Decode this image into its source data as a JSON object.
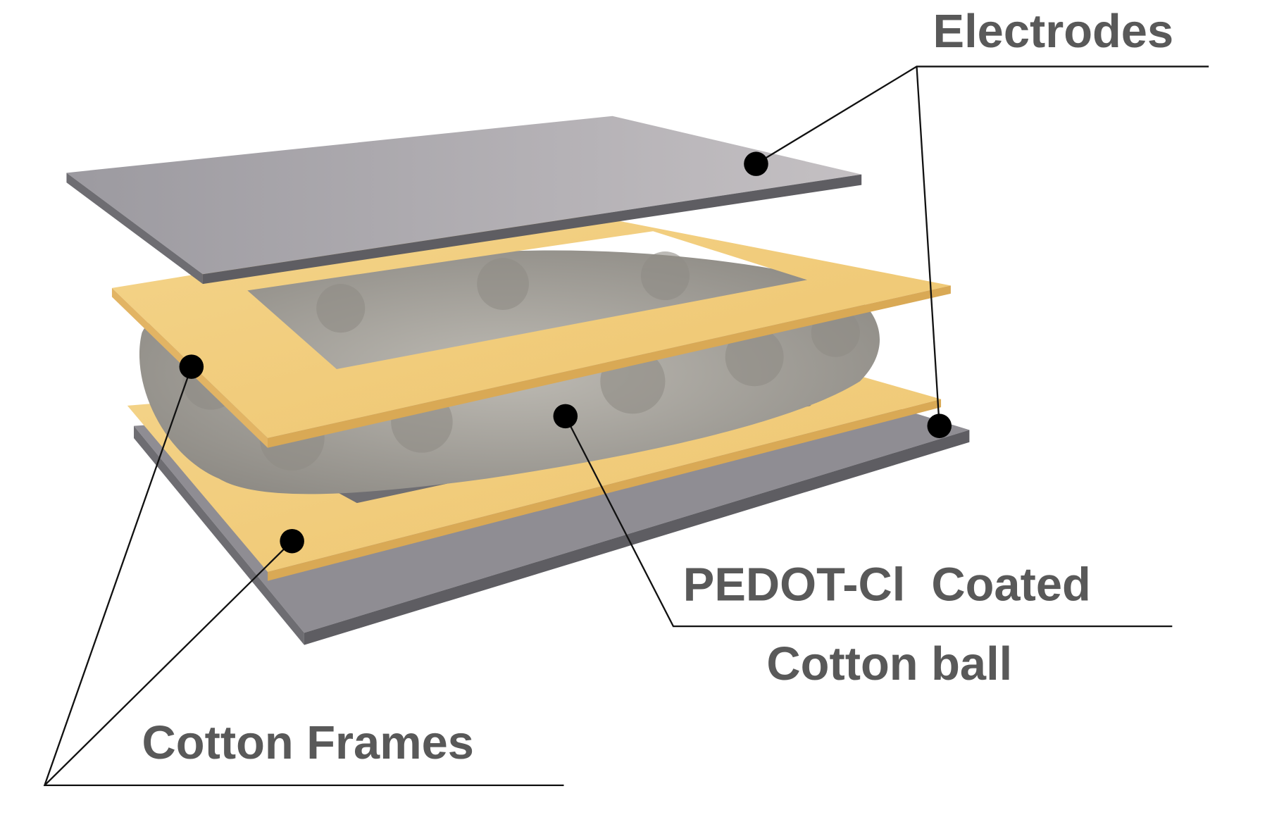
{
  "labels": {
    "electrodes": "Electrodes",
    "pedot_line1": "PEDOT-Cl  Coated",
    "pedot_line2": "Cotton ball",
    "cotton_frames": "Cotton Frames"
  },
  "colors": {
    "electrode": "#a9a6ab",
    "electrode_edge": "#5e5d62",
    "frame": "#f2cf7f",
    "frame_edge": "#d9a955",
    "cotton": "#a8a59e",
    "text": "#595959"
  }
}
